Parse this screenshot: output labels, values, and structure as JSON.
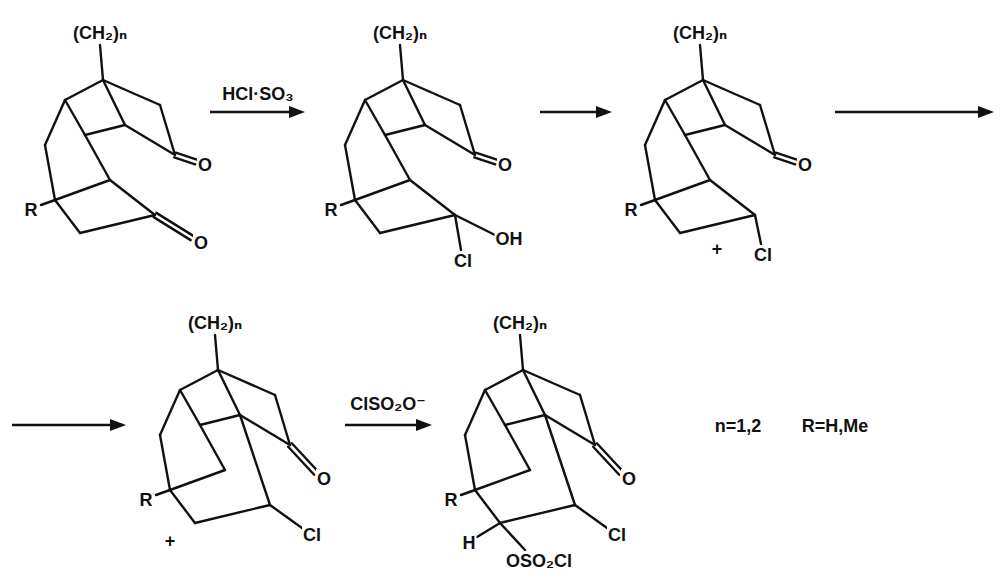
{
  "diagram": {
    "labels": [
      "(CH₂)ₙ",
      "R",
      "O",
      "O",
      "HCl·SO₃",
      "(CH₂)ₙ",
      "R",
      "O",
      "OH",
      "Cl",
      "(CH₂)ₙ",
      "R",
      "O",
      "+",
      "Cl",
      "(CH₂)ₙ",
      "R",
      "O",
      "+",
      "Cl",
      "ClSO₂O⁻",
      "(CH₂)ₙ",
      "R",
      "O",
      "H",
      "Cl",
      "OSO₂Cl",
      "n=1,2",
      "R=H,Me"
    ]
  }
}
